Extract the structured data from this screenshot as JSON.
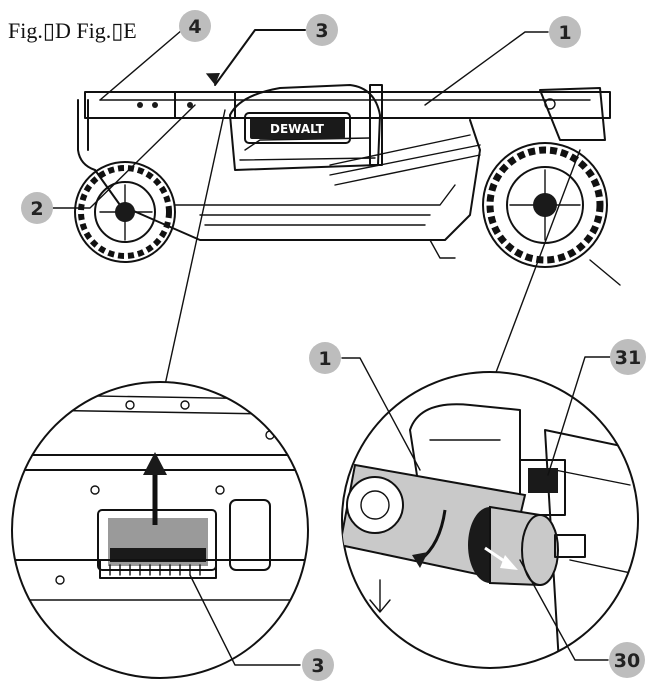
{
  "figure_label": "Fig.▯D Fig.▯E",
  "brand_text": "DEWALT",
  "callouts": [
    {
      "id": "c1_top",
      "number": "1"
    },
    {
      "id": "c2",
      "number": "2"
    },
    {
      "id": "c3_top",
      "number": "3"
    },
    {
      "id": "c4",
      "number": "4"
    },
    {
      "id": "c1_detail",
      "number": "1"
    },
    {
      "id": "c31",
      "number": "31"
    },
    {
      "id": "c3_bottom",
      "number": "3"
    },
    {
      "id": "c30",
      "number": "30"
    }
  ]
}
